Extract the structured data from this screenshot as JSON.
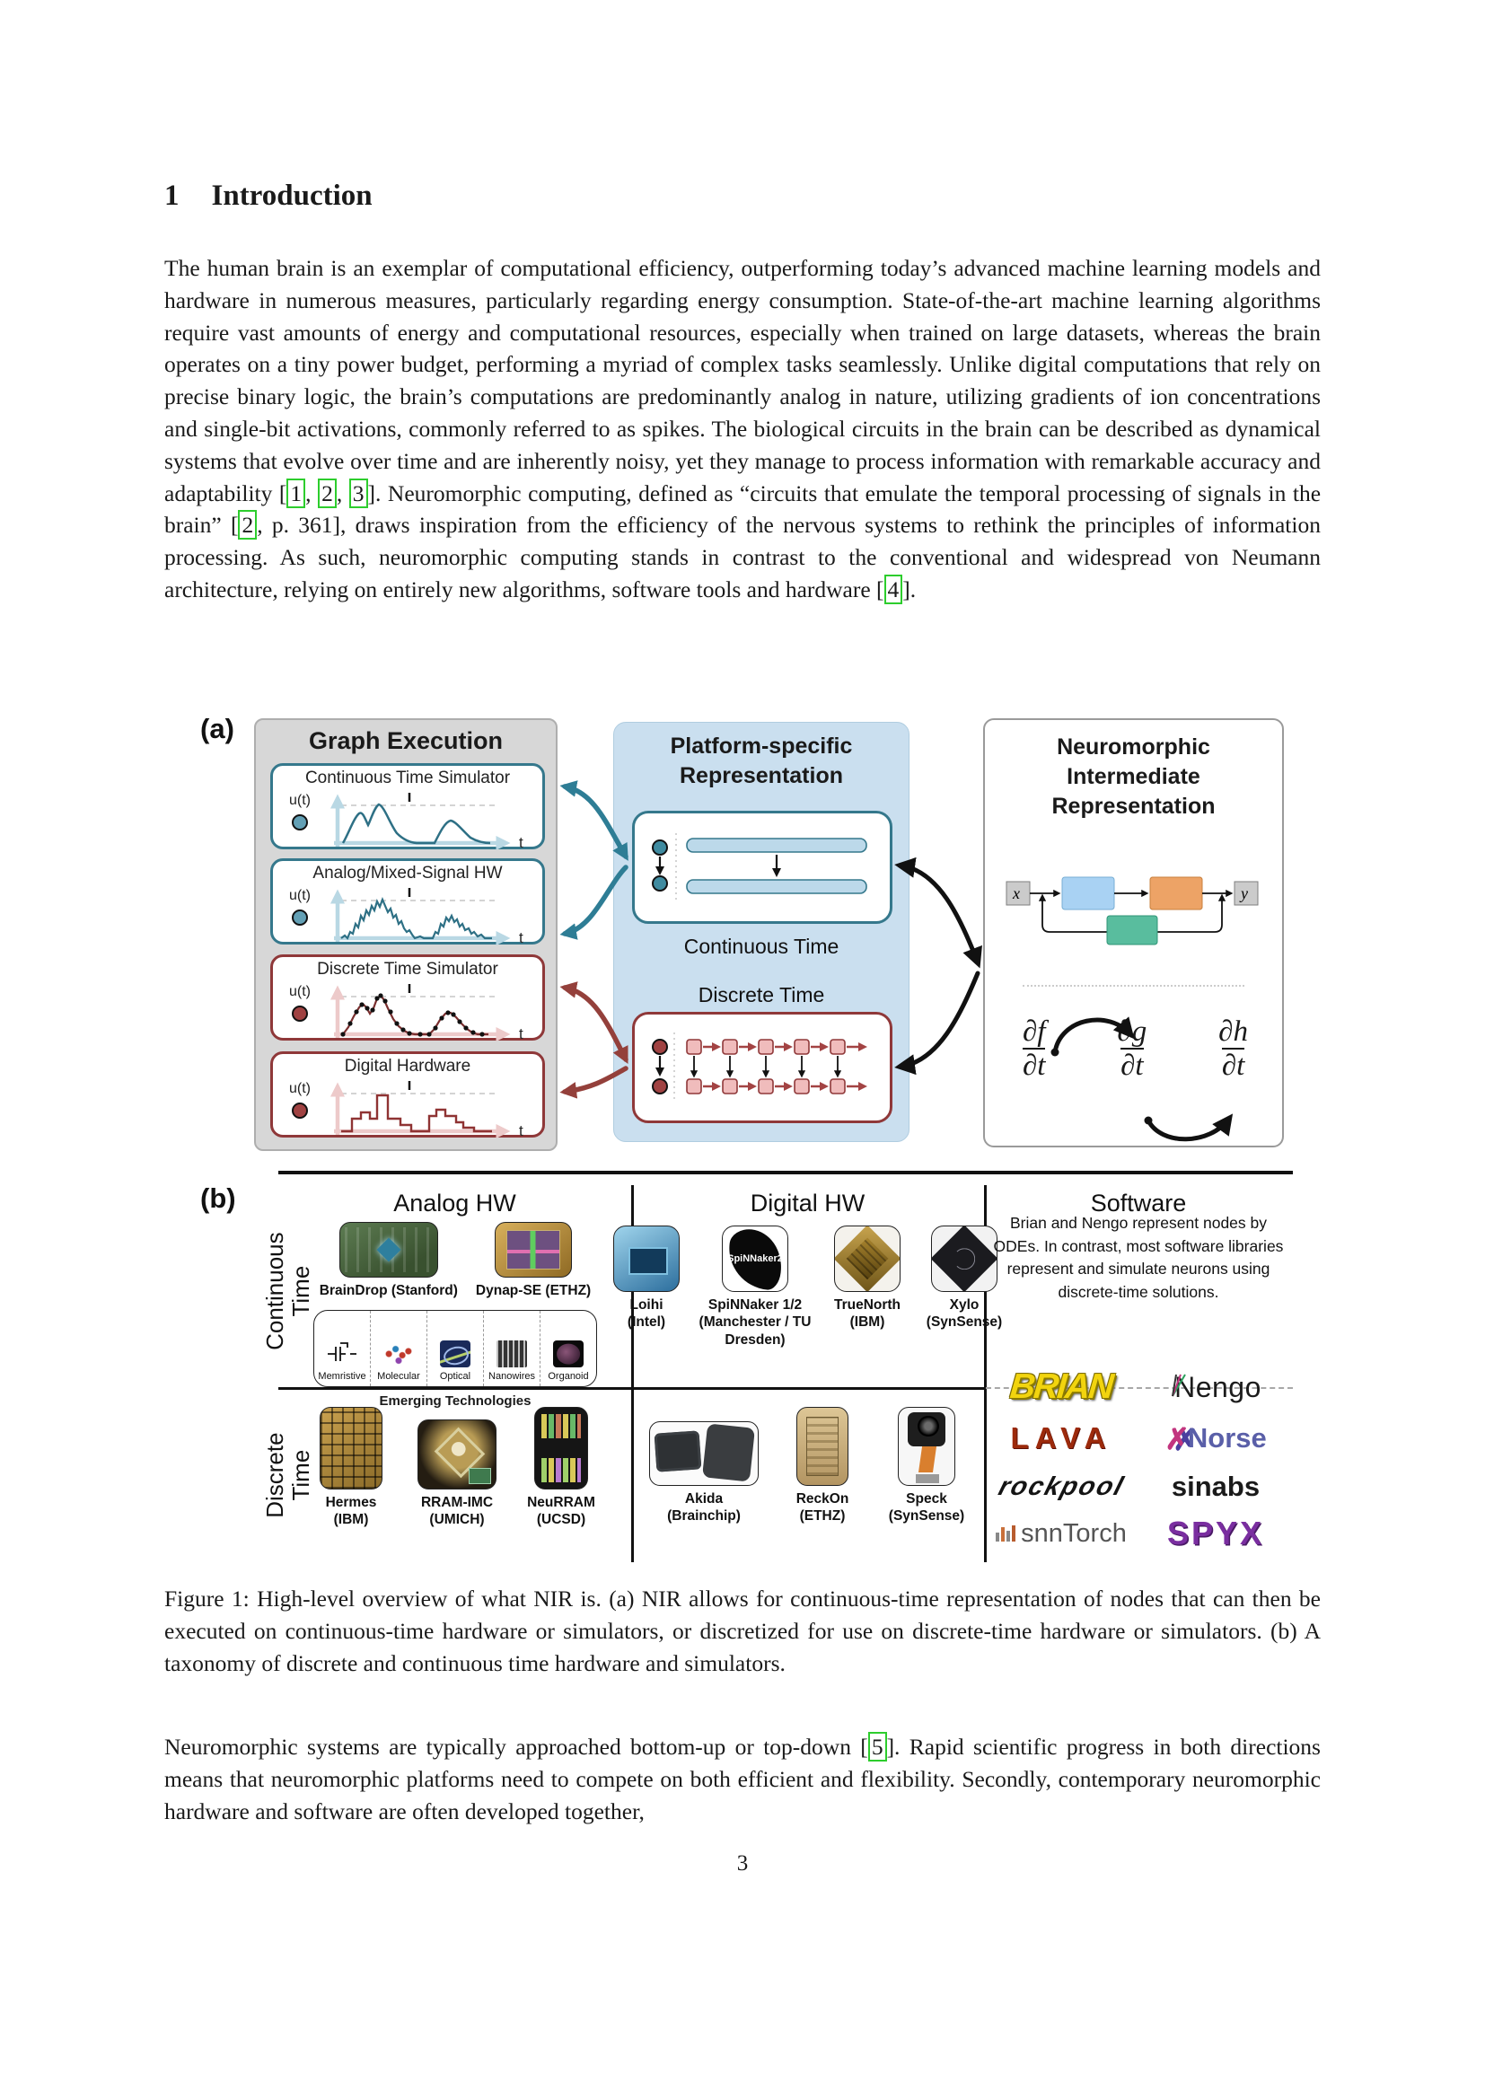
{
  "document": {
    "section": {
      "number": "1",
      "title": "Introduction"
    },
    "paragraph1": {
      "segments": [
        {
          "t": "text",
          "v": "The human brain is an exemplar of computational efficiency, outperforming today’s advanced machine learning models and hardware in numerous measures, particularly regarding energy consumption. State-of-the-art machine learning algorithms require vast amounts of energy and computational resources, especially when trained on large datasets, whereas the brain operates on a tiny power budget, performing a myriad of complex tasks seamlessly. Unlike digital computations that rely on precise binary logic, the brain’s computations are predominantly analog in nature, utilizing gradients of ion concentrations and single-bit activations, commonly referred to as spikes. The biological circuits in the brain can be described as dynamical systems that evolve over time and are inherently noisy, yet they manage to process information with remarkable accuracy and adaptability ["
        },
        {
          "t": "cite",
          "v": "1"
        },
        {
          "t": "text",
          "v": ", "
        },
        {
          "t": "cite",
          "v": "2"
        },
        {
          "t": "text",
          "v": ", "
        },
        {
          "t": "cite",
          "v": "3"
        },
        {
          "t": "text",
          "v": "]. Neuromorphic computing, defined as “circuits that emulate the temporal processing of signals in the brain” ["
        },
        {
          "t": "cite",
          "v": "2"
        },
        {
          "t": "text",
          "v": ", p. 361], draws inspiration from the efficiency of the nervous systems to rethink the principles of information processing. As such, neuromorphic computing stands in contrast to the conventional and widespread von Neumann architecture, relying on entirely new algorithms, software tools and hardware ["
        },
        {
          "t": "cite",
          "v": "4"
        },
        {
          "t": "text",
          "v": "]."
        }
      ]
    },
    "figure_caption": "Figure 1: High-level overview of what NIR is. (a) NIR allows for continuous-time representation of nodes that can then be executed on continuous-time hardware or simulators, or discretized for use on discrete-time hardware or simulators. (b) A taxonomy of discrete and continuous time hardware and simulators.",
    "paragraph2": {
      "segments": [
        {
          "t": "text",
          "v": "Neuromorphic systems are typically approached bottom-up or top-down ["
        },
        {
          "t": "cite",
          "v": "5"
        },
        {
          "t": "text",
          "v": "]. Rapid scientific progress in both directions means that neuromorphic platforms need to compete on both efficient and flexibility. Secondly, contemporary neuromorphic hardware and software are often developed together,"
        }
      ]
    },
    "page_number": "3"
  },
  "figure_a": {
    "label": "(a)",
    "graph_execution": {
      "title": "Graph Execution",
      "axis_y_label": "u(t)",
      "axis_x_label": "t",
      "cards": [
        {
          "title": "Continuous Time Simulator"
        },
        {
          "title": "Analog/Mixed-Signal HW"
        },
        {
          "title": "Discrete Time Simulator"
        },
        {
          "title": "Digital Hardware"
        }
      ]
    },
    "platform": {
      "title": "Platform-specific Representation",
      "continuous_label": "Continuous Time",
      "discrete_label": "Discrete Time"
    },
    "nir": {
      "title": "Neuromorphic Intermediate Representation",
      "input_label": "x",
      "output_label": "y",
      "derivatives": [
        {
          "num": "∂f",
          "den": "∂t"
        },
        {
          "num": "∂g",
          "den": "∂t"
        },
        {
          "num": "∂h",
          "den": "∂t"
        }
      ]
    },
    "colors": {
      "teal": "#35788c",
      "dark_red": "#8f3839",
      "panel_blue": "#cadfef",
      "panel_gray": "#d7d7d7"
    }
  },
  "figure_b": {
    "label": "(b)",
    "column_headers": [
      "Analog HW",
      "Digital HW",
      "Software"
    ],
    "row_labels": [
      "Continuous Time",
      "Discrete Time"
    ],
    "analog_continuous": {
      "chips": [
        {
          "label": "BrainDrop (Stanford)"
        },
        {
          "label": "Dynap-SE (ETHZ)"
        }
      ],
      "emerging": {
        "items": [
          "Memristive",
          "Molecular",
          "Optical",
          "Nanowires",
          "Organoid"
        ],
        "label": "Emerging Technologies"
      }
    },
    "digital_continuous": {
      "chips": [
        {
          "name": "Loihi",
          "org": "(Intel)"
        },
        {
          "name": "SpiNNaker 1/2",
          "org": "(Manchester / TU Dresden)",
          "logo_text": "SpiNNaker2"
        },
        {
          "name": "TrueNorth",
          "org": "(IBM)"
        },
        {
          "name": "Xylo",
          "org": "(SynSense)"
        }
      ]
    },
    "software": {
      "description": "Brian and Nengo represent nodes by ODEs. In contrast, most software libraries represent and simulate neurons using discrete-time solutions.",
      "logos": {
        "brian": "BRIAN",
        "nengo": "Nengo",
        "lava": "LAVA",
        "norse_icon": "✗",
        "norse": "Norse",
        "rockpool": "rockpool",
        "sinabs": "sinabs",
        "snntorch": "snnTorch",
        "spyx": "SPYX"
      }
    },
    "analog_discrete": {
      "chips": [
        {
          "name": "Hermes",
          "org": "(IBM)"
        },
        {
          "name": "RRAM-IMC",
          "org": "(UMICH)"
        },
        {
          "name": "NeuRRAM",
          "org": "(UCSD)"
        }
      ]
    },
    "digital_discrete": {
      "chips": [
        {
          "name": "Akida",
          "org": "(Brainchip)"
        },
        {
          "name": "ReckOn",
          "org": "(ETHZ)"
        },
        {
          "name": "Speck",
          "org": "(SynSense)"
        }
      ]
    }
  }
}
